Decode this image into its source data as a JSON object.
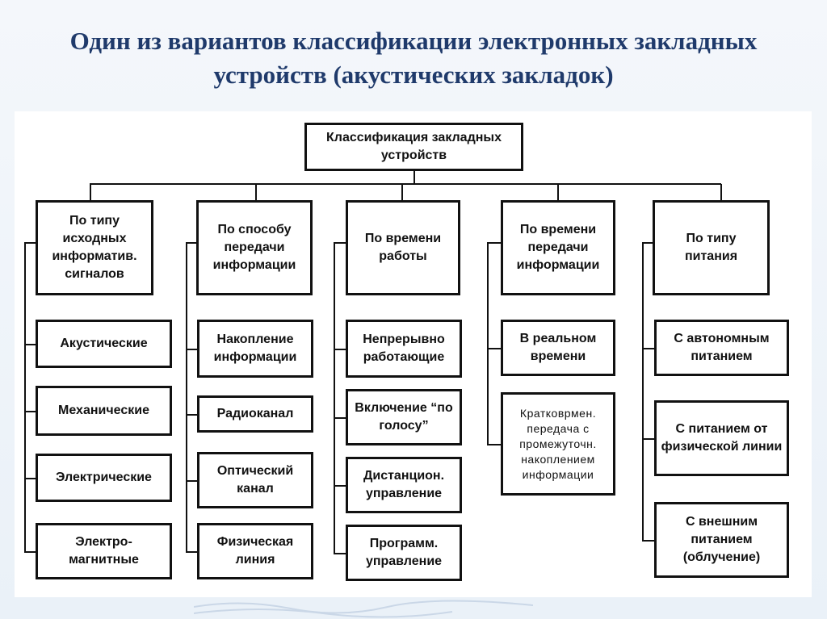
{
  "title": "Один из вариантов классификации электронных закладных устройств (акустических закладок)",
  "root": "Классификация закладных устройств",
  "columns": [
    {
      "header": "По типу исходных информатив. сигналов",
      "items": [
        "Акустические",
        "Механические",
        "Электрические",
        "Электро-магнитные"
      ]
    },
    {
      "header": "По способу передачи информации",
      "items": [
        "Накопление информации",
        "Радиоканал",
        "Оптический канал",
        "Физическая линия"
      ]
    },
    {
      "header": "По времени работы",
      "items": [
        "Непрерывно работающие",
        "Включение “по голосу”",
        "Дистанцион. управление",
        "Программ. управление"
      ]
    },
    {
      "header": "По времени передачи информации",
      "items": [
        "В реальном времени",
        "Кратковрмен. передача с промежуточн. накоплением информации"
      ]
    },
    {
      "header": "По типу питания",
      "items": [
        "С автономным питанием",
        "С питанием от физической линии",
        "С внешним питанием (облучение)"
      ]
    }
  ]
}
